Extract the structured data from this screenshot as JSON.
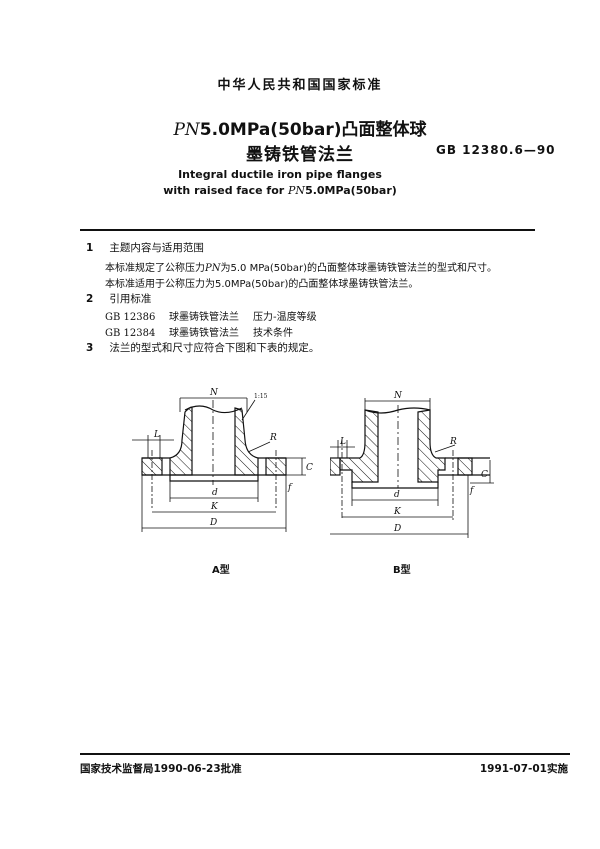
{
  "header": {
    "standard_org": "中华人民共和国国家标准",
    "title_cn_line1_prefix": "PN",
    "title_cn_line1_rest": "5.0MPa(50bar)凸面整体球",
    "title_cn_line2": "墨铸铁管法兰",
    "standard_code": "GB 12380.6—90",
    "title_en_line1": "Integral ductile iron pipe flanges",
    "title_en_line2_prefix": "with raised face for ",
    "title_en_line2_pn": "PN",
    "title_en_line2_rest": "5.0MPa(50bar)"
  },
  "sections": [
    {
      "number": "1",
      "heading": "主题内容与适用范围",
      "paragraphs": [
        {
          "prefix": "本标准规定了公称压力",
          "pn": "PN",
          "suffix": "为5.0 MPa(50bar)的凸面整体球墨铸铁管法兰的型式和尺寸。"
        },
        {
          "text": "本标准适用于公称压力为5.0MPa(50bar)的凸面整体球墨铸铁管法兰。"
        }
      ]
    },
    {
      "number": "2",
      "heading": "引用标准",
      "references": [
        {
          "code": "GB 12386",
          "title": "球墨铸铁管法兰",
          "subtitle": "压力-温度等级"
        },
        {
          "code": "GB 12384",
          "title": "球墨铸铁管法兰",
          "subtitle": "技术条件"
        }
      ]
    },
    {
      "number": "3",
      "heading": "法兰的型式和尺寸应符合下图和下表的规定。"
    }
  ],
  "figures": {
    "a": {
      "caption": "A型",
      "labels": {
        "N": "N",
        "L": "L",
        "R": "R",
        "d": "d",
        "K": "K",
        "D": "D",
        "C": "C",
        "f": "f",
        "taper": "1:15"
      }
    },
    "b": {
      "caption": "B型",
      "labels": {
        "N": "N",
        "L": "L",
        "R": "R",
        "d": "d",
        "K": "K",
        "D": "D",
        "C": "C",
        "f": "f"
      }
    }
  },
  "footer": {
    "approved": "国家技术监督局1990-06-23批准",
    "effective": "1991-07-01实施"
  },
  "colors": {
    "ink": "#111111",
    "paper": "#ffffff"
  }
}
